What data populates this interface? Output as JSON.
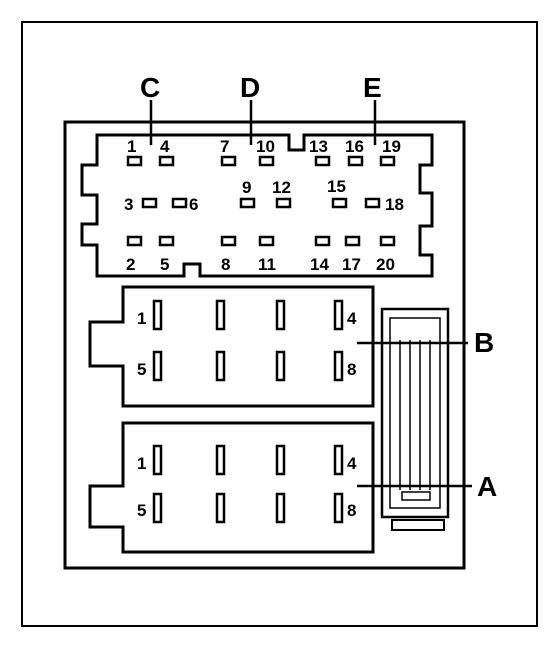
{
  "connector_letters": {
    "c": "C",
    "d": "D",
    "e": "E",
    "b": "B",
    "a": "A"
  },
  "top_connector": {
    "pins": [
      "1",
      "2",
      "3",
      "4",
      "5",
      "6",
      "7",
      "8",
      "9",
      "10",
      "11",
      "12",
      "13",
      "14",
      "15",
      "16",
      "17",
      "18",
      "19",
      "20"
    ]
  },
  "block_b": {
    "pins": [
      "1",
      "4",
      "5",
      "8"
    ]
  },
  "block_a": {
    "pins": [
      "1",
      "4",
      "5",
      "8"
    ]
  }
}
